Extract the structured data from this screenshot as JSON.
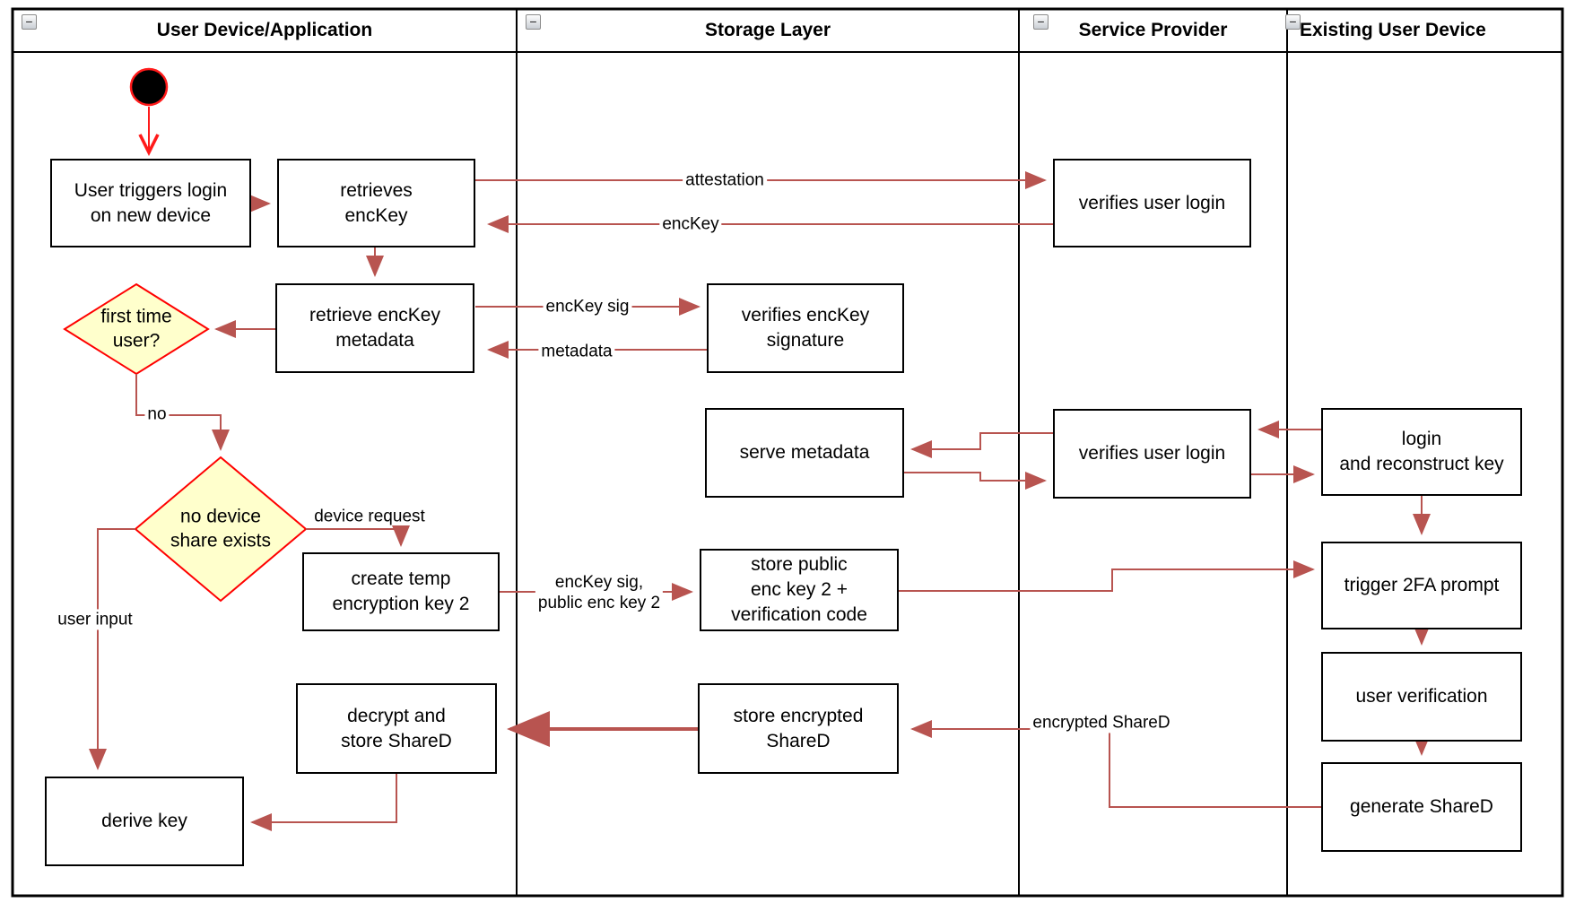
{
  "diagram": {
    "type": "swimlane-activity-diagram",
    "colors": {
      "arrow": "#b85450",
      "start_arrow": "#ff1a1a",
      "decision_fill": "#ffffcc",
      "decision_border": "#ff0000",
      "node_border": "#000000",
      "node_fill": "#ffffff",
      "lane_border": "#000000"
    },
    "lanes": [
      {
        "id": "user-device-application",
        "label": "User Device/Application"
      },
      {
        "id": "storage-layer",
        "label": "Storage Layer"
      },
      {
        "id": "service-provider",
        "label": "Service Provider"
      },
      {
        "id": "existing-user-device",
        "label": "Existing User Device"
      }
    ],
    "icons": {
      "collapse": "−"
    },
    "nodes": {
      "start": {
        "type": "initial-node",
        "label": ""
      },
      "user_triggers": {
        "type": "action",
        "lane": "user-device-application",
        "label": "User triggers login\non new device"
      },
      "retrieves_enckey": {
        "type": "action",
        "lane": "user-device-application",
        "label": "retrieves\nencKey"
      },
      "verifies_login_top": {
        "type": "action",
        "lane": "service-provider",
        "label": "verifies user login"
      },
      "retrieve_metadata": {
        "type": "action",
        "lane": "user-device-application",
        "label": "retrieve encKey\nmetadata"
      },
      "first_time_user": {
        "type": "decision",
        "lane": "user-device-application",
        "label": "first time\nuser?"
      },
      "verifies_signature": {
        "type": "action",
        "lane": "storage-layer",
        "label": "verifies encKey\nsignature"
      },
      "serve_metadata": {
        "type": "action",
        "lane": "storage-layer",
        "label": "serve metadata"
      },
      "verifies_login_mid": {
        "type": "action",
        "lane": "service-provider",
        "label": "verifies user login"
      },
      "login_reconstruct": {
        "type": "action",
        "lane": "existing-user-device",
        "label": "login\nand reconstruct key"
      },
      "no_device_share": {
        "type": "decision",
        "lane": "user-device-application",
        "label": "no device\nshare exists"
      },
      "create_temp": {
        "type": "action",
        "lane": "user-device-application",
        "label": "create temp\nencryption key 2"
      },
      "store_public": {
        "type": "action",
        "lane": "storage-layer",
        "label": "store public\nenc key 2 +\nverification code"
      },
      "trigger_2fa": {
        "type": "action",
        "lane": "existing-user-device",
        "label": "trigger 2FA prompt"
      },
      "user_verification": {
        "type": "action",
        "lane": "existing-user-device",
        "label": "user verification"
      },
      "decrypt_store": {
        "type": "action",
        "lane": "user-device-application",
        "label": "decrypt and\nstore ShareD"
      },
      "store_encrypted": {
        "type": "action",
        "lane": "storage-layer",
        "label": "store encrypted\nShareD"
      },
      "generate_shared": {
        "type": "action",
        "lane": "existing-user-device",
        "label": "generate ShareD"
      },
      "derive_key": {
        "type": "action",
        "lane": "user-device-application",
        "label": "derive key"
      }
    },
    "edges": {
      "attestation": {
        "label": "attestation",
        "from": "retrieves_enckey",
        "to": "verifies_login_top"
      },
      "enckey": {
        "label": "encKey",
        "from": "verifies_login_top",
        "to": "retrieves_enckey"
      },
      "enckey_sig": {
        "label": "encKey sig",
        "from": "retrieve_metadata",
        "to": "verifies_signature"
      },
      "metadata": {
        "label": "metadata",
        "from": "verifies_signature",
        "to": "retrieve_metadata"
      },
      "no": {
        "label": "no",
        "from": "first_time_user",
        "to": "no_device_share"
      },
      "device_request": {
        "label": "device request",
        "from": "no_device_share",
        "to": "create_temp"
      },
      "user_input": {
        "label": "user input",
        "from": "no_device_share",
        "to": "derive_key"
      },
      "enckey_sig_public": {
        "label": "encKey sig,\npublic enc key 2",
        "from": "create_temp",
        "to": "store_public"
      },
      "encrypted_shared": {
        "label": "encrypted ShareD",
        "from": "generate_shared",
        "to": "store_encrypted"
      }
    }
  }
}
